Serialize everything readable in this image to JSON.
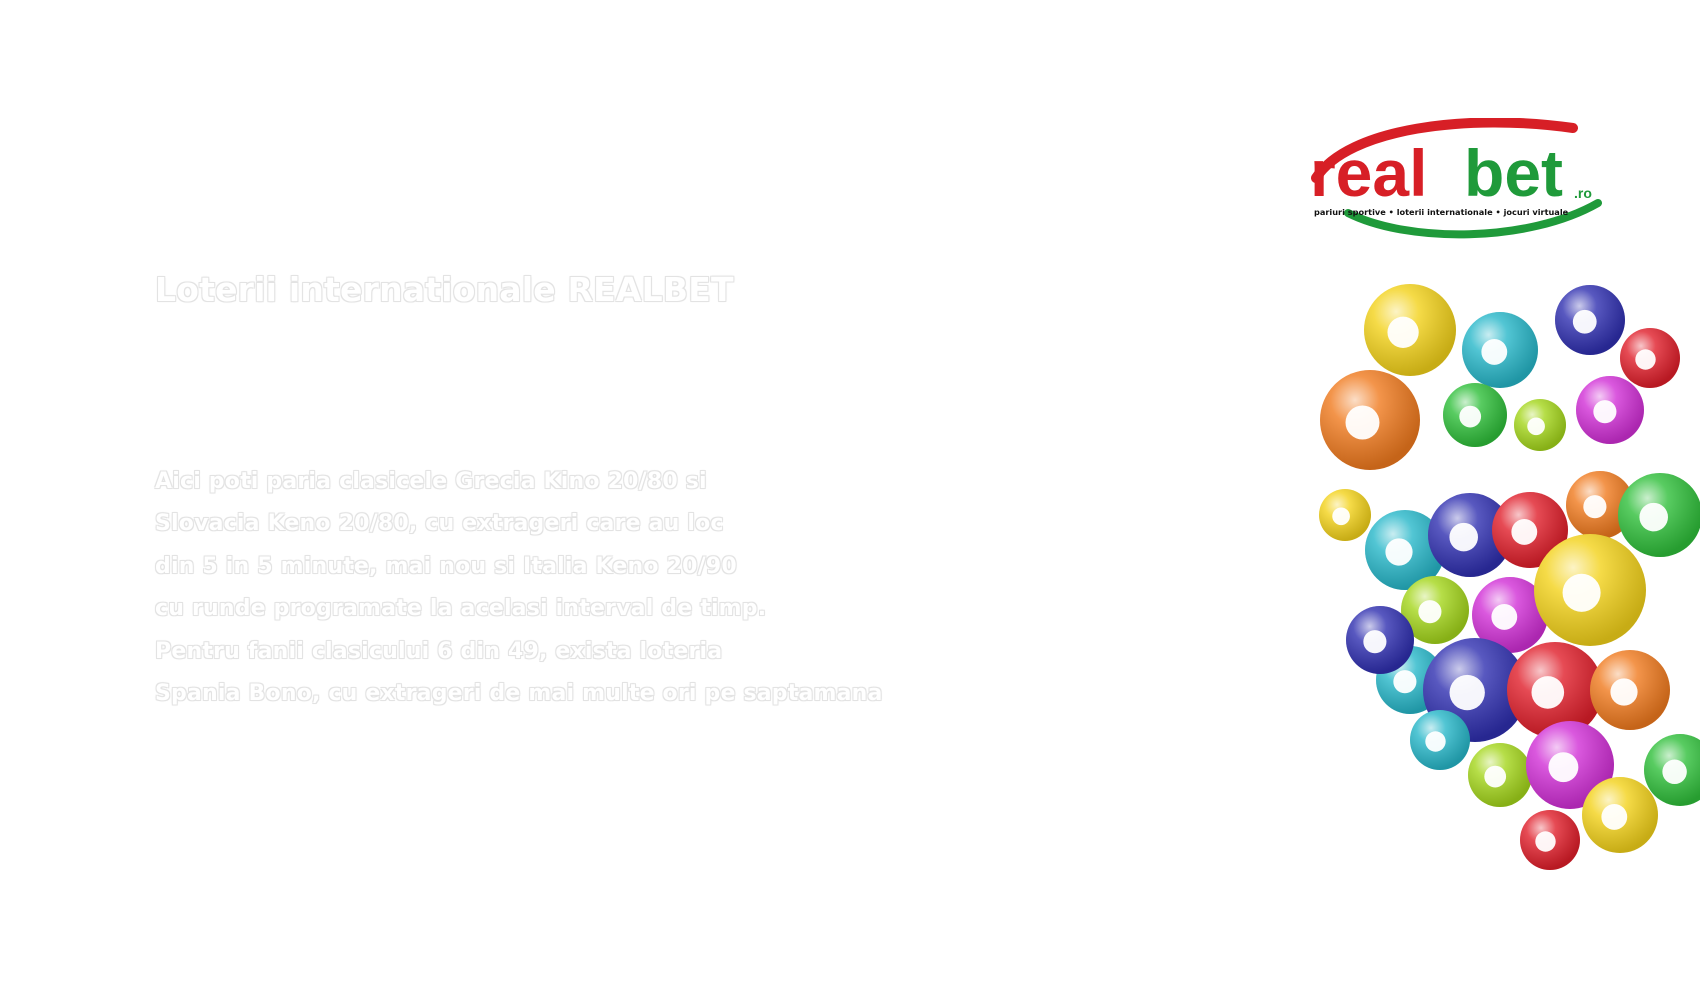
{
  "brand": {
    "wordmark_left": "real",
    "wordmark_right": "bet",
    "domain": ".ro",
    "tagline": "pariuri sportive  •  loterii internationale  •  jocuri virtuale",
    "colors": {
      "red": "#d71f26",
      "green": "#1f9a3a"
    }
  },
  "headline": "Loterii internationale REALBET",
  "body": {
    "lines": [
      "Aici poti paria clasicele Grecia Kino 20/80 si",
      "Slovacia Keno 20/80, cu extrageri care au loc",
      "din 5 in 5 minute, mai nou si Italia Keno 20/90",
      "cu runde programate la acelasi interval de timp.",
      "Pentru fanii clasicului 6 din 49, exista loteria",
      "Spania Bono, cu extrageri de mai multe ori pe saptamana"
    ]
  },
  "illustration": {
    "icon": "lottery-balls-cluster",
    "palette": [
      "#f3d21a",
      "#27b7c9",
      "#2f2fb0",
      "#e01e2a",
      "#f07a1e",
      "#2fbf3a",
      "#a4d61b",
      "#d12fd6"
    ]
  }
}
